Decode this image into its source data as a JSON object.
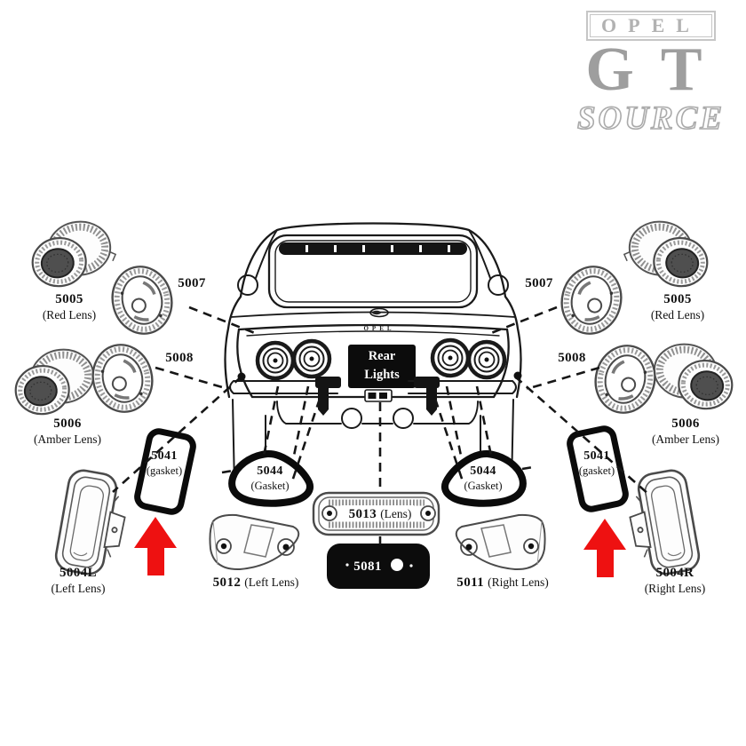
{
  "logo": {
    "brand_top": "OPEL",
    "brand_mid": "GT",
    "brand_bottom": "SOURCE"
  },
  "car": {
    "label_line1": "Rear",
    "label_line2": "Lights",
    "badge_script": "OPEL"
  },
  "arrows": {
    "color": "#ee1111"
  },
  "labels": {
    "left_5005": {
      "num": "5005",
      "desc": "(Red Lens)"
    },
    "left_5007": {
      "num": "5007"
    },
    "left_5006": {
      "num": "5006",
      "desc": "(Amber Lens)"
    },
    "left_5008": {
      "num": "5008"
    },
    "left_5041": {
      "num": "5041",
      "desc": "(gasket)"
    },
    "left_5044": {
      "num": "5044",
      "desc": "(Gasket)"
    },
    "left_5004": {
      "num": "5004L",
      "desc": "(Left Lens)"
    },
    "left_5012": {
      "num": "5012",
      "desc": "(Left Lens)"
    },
    "center_5013": {
      "num": "5013",
      "desc": "(Lens)"
    },
    "center_5081": {
      "num": "5081"
    },
    "right_5011": {
      "num": "5011",
      "desc": "(Right Lens)"
    },
    "right_5044": {
      "num": "5044",
      "desc": "(Gasket)"
    },
    "right_5041": {
      "num": "5041",
      "desc": "(gasket)"
    },
    "right_5004": {
      "num": "5004R",
      "desc": "(Right Lens)"
    },
    "right_5005": {
      "num": "5005",
      "desc": "(Red Lens)"
    },
    "right_5007": {
      "num": "5007"
    },
    "right_5006": {
      "num": "5006",
      "desc": "(Amber Lens)"
    },
    "right_5008": {
      "num": "5008"
    }
  }
}
